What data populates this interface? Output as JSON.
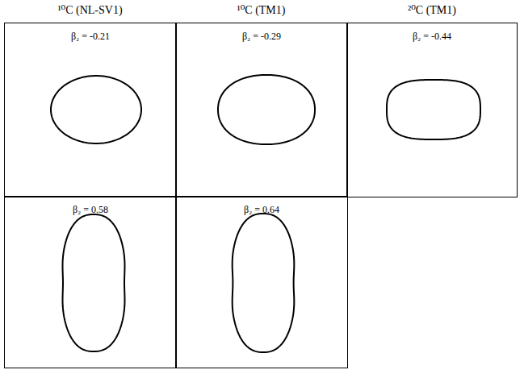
{
  "diagram": {
    "nodes": [
      {
        "text": [
          "β₂ = -0.21"
        ]
      },
      {
        "text": [
          "β₂ = -0.29"
        ]
      },
      {
        "text": [
          "β₂ = -0.44"
        ]
      },
      {
        "text": [
          "β₂ = 0.58"
        ]
      },
      {
        "text": [
          "β₂ = 0.64"
        ]
      }
    ],
    "labels": [
      "¹⁰C (NL-SV1)",
      "¹⁰C (TM1)",
      "²⁰C (TM1)"
    ]
  }
}
